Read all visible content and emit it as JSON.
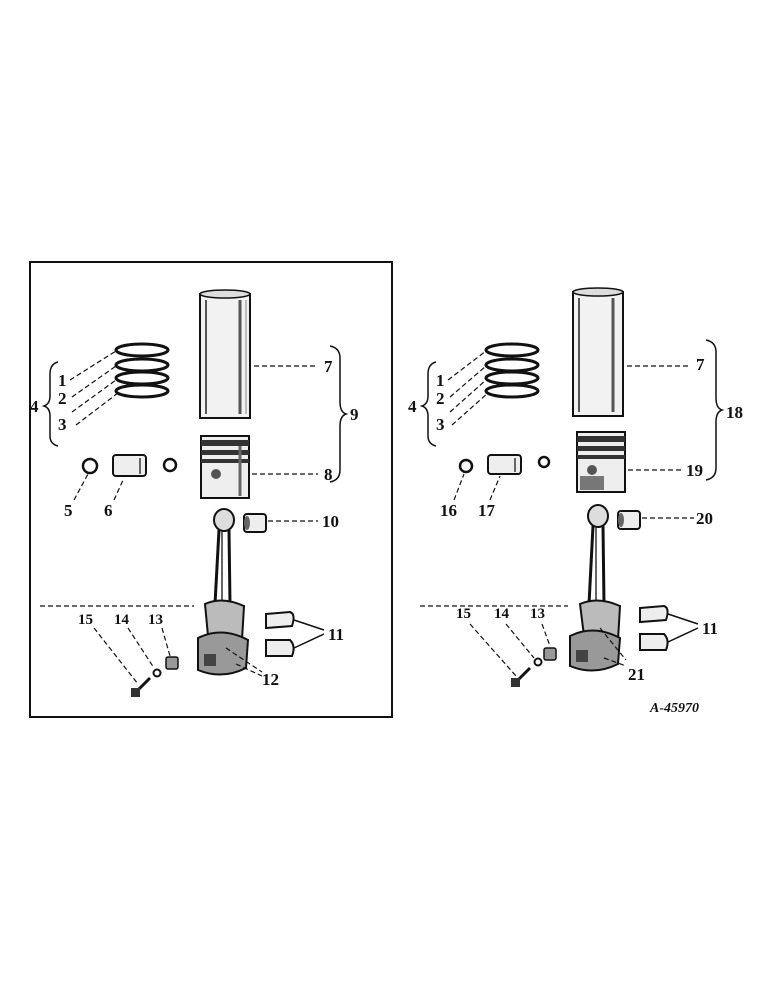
{
  "drawing_number": "A-45970",
  "left_group": {
    "callouts": [
      "1",
      "2",
      "3",
      "4",
      "5",
      "6",
      "7",
      "8",
      "9",
      "10",
      "11",
      "12",
      "13",
      "14",
      "15"
    ]
  },
  "right_group": {
    "callouts": [
      "1",
      "2",
      "3",
      "4",
      "16",
      "17",
      "7",
      "19",
      "18",
      "20",
      "11",
      "21",
      "13",
      "14",
      "15"
    ]
  },
  "colors": {
    "ink": "#111111",
    "paper": "#ffffff"
  }
}
